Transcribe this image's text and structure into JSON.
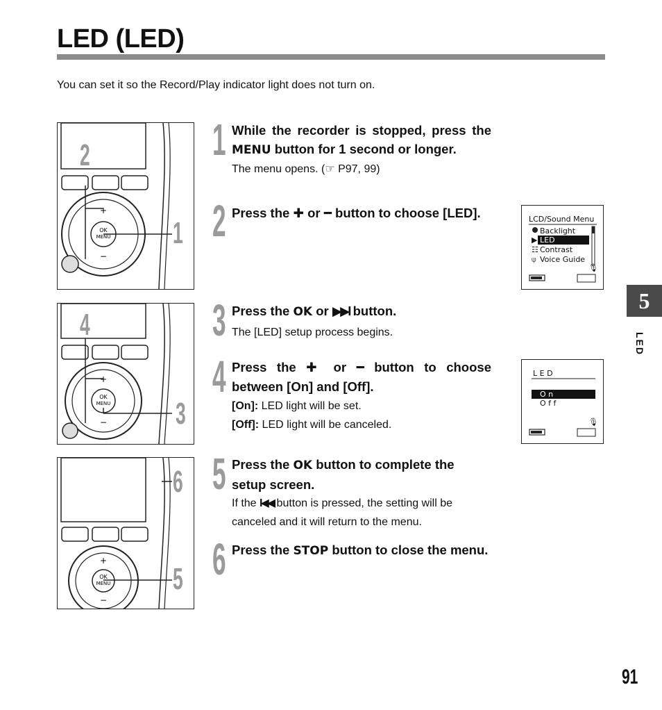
{
  "page": {
    "title": "LED (LED)",
    "intro": "You can set it so the Record/Play indicator light does not turn on.",
    "chapter_tab": "5",
    "side_label": "LED",
    "page_number": "91"
  },
  "illustrations": [
    {
      "callouts": [
        "2",
        "1"
      ]
    },
    {
      "callouts": [
        "4",
        "3"
      ]
    },
    {
      "callouts": [
        "6",
        "5"
      ]
    }
  ],
  "steps": [
    {
      "number": "1",
      "head_a": "While the recorder is stopped, press the ",
      "keyword": "MENU",
      "head_b": " button for 1 second or longer.",
      "body": "The menu opens. (☞ P97, 99)"
    },
    {
      "number": "2",
      "head_a": "Press the ",
      "plus": "✚",
      "or": " or ",
      "minus": "━",
      "head_b": " button to choose [LED]."
    },
    {
      "number": "3",
      "head_a": "Press the ",
      "keyword": "OK",
      "or": " or ",
      "ff_icon": "▶▶I",
      "head_b": " button.",
      "body": "The [LED] setup process begins."
    },
    {
      "number": "4",
      "head_a": "Press the ",
      "plus": "✚",
      "or": " or ",
      "minus": "━",
      "head_b": " button to choose between [On] and [Off].",
      "options": [
        {
          "label": "[On]:",
          "text": "LED light will be set."
        },
        {
          "label": "[Off]:",
          "text": "LED light will be canceled."
        }
      ]
    },
    {
      "number": "5",
      "head_a": "Press the ",
      "keyword": "OK",
      "head_b": " button to complete the setup screen.",
      "body_a": "If the ",
      "rew_icon": "I◀◀",
      "body_b": " button is pressed, the setting will be canceled and it will return to the menu."
    },
    {
      "number": "6",
      "head_a": "Press the ",
      "keyword": "STOP",
      "head_b": " button to close the menu."
    }
  ],
  "lcd_menu": {
    "header": "LCD/Sound Menu",
    "items": [
      "Backlight",
      "LED",
      "Contrast",
      "Voice Guide"
    ],
    "selected_index": 1
  },
  "lcd_led": {
    "header": "L E D",
    "options": [
      "O n",
      "O f f"
    ],
    "selected_index": 0
  }
}
